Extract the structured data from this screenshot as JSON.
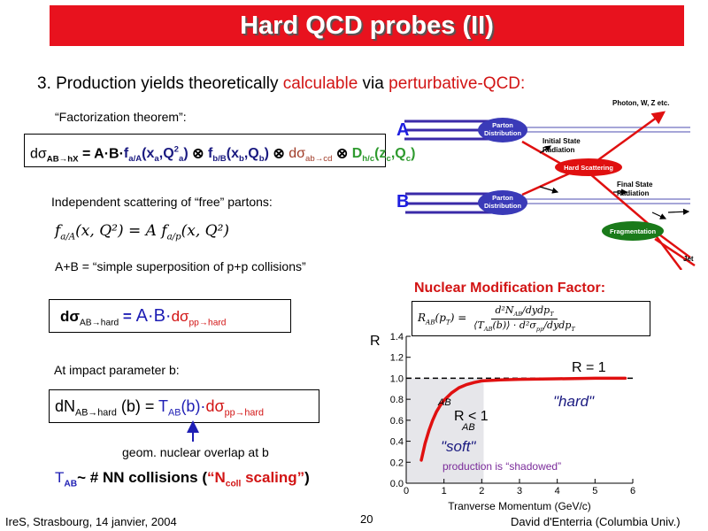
{
  "title": "Hard QCD probes (II)",
  "heading": {
    "prefix": "3. Production yields theoretically ",
    "w1": "calculable",
    "mid": " via ",
    "w2": "perturbative-QCD:"
  },
  "factorization_label": "“Factorization theorem”:",
  "factorization_formula": {
    "lhs": "dσ",
    "lhs_sub": "AB→hX",
    "eq": " = A·B·",
    "f1": "f",
    "f1_sub": "a/A",
    "f1_args": "(x",
    "xa": "a",
    ",Q": ",Q",
    "sq": "2",
    "qa": "a",
    "close": ")",
    "otimes": " ⊗ ",
    "f2": "f",
    "f2_sub": "b/B",
    "f2_args": "(x",
    "xb": "b",
    "qb": "b",
    "ds": "dσ",
    "ds_sub": "ab→cd",
    "D": "D",
    "D_sub": "h/c",
    "D_args": "(z",
    "zc": "c",
    "qc": "c"
  },
  "independent_label": "Independent scattering of “free” partons:",
  "pdf_formula": "f_{a/A}(x,Q²) = A f_{a/p}(x,Q²)",
  "pdf_lhs": "f",
  "pdf_lhs_sub": "a/A",
  "pdf_rest": "(x, Q²) = A f",
  "pdf_rhs_sub": "a/p",
  "pdf_end": "(x, Q²)",
  "superposition": "A+B = “simple superposition of p+p collisions”",
  "hard_formula": {
    "lhs": "dσ",
    "lhs_sub": "AB→hard",
    "eq": " = ",
    "ab": "A·B·",
    "ds": "dσ",
    "ds_sub": "pp→hard"
  },
  "impact_label": "At impact parameter b:",
  "impact_formula": {
    "lhs": "dN",
    "lhs_sub": "AB→hard",
    "b": " (b) = ",
    "T": "T",
    "T_sub": "AB",
    "Tb": "(b)·",
    "ds": "dσ",
    "ds_sub": "pp→hard"
  },
  "overlap_label": "geom. nuclear overlap at b",
  "tab_line": {
    "T": "T",
    "T_sub": "AB",
    "text": "~ # NN collisions (",
    "q1": "“N",
    "ncoll_sub": "coll",
    "q2": " scaling”",
    ")": ")"
  },
  "diagram": {
    "A": "A",
    "B": "B",
    "parton1": [
      "Parton",
      "Distribution"
    ],
    "parton2": [
      "Parton",
      "Distribution"
    ],
    "photon": "Photon, W, Z etc.",
    "isr": [
      "Initial State",
      "Radiation"
    ],
    "hard": "Hard Scattering",
    "fsr": [
      "Final State",
      "Radiation"
    ],
    "frag": "Fragmentation",
    "jet": "Jet"
  },
  "nmf_title": "Nuclear Modification Factor:",
  "raa_formula": {
    "lhs": "R",
    "lhs_sub": "AB",
    "lhs_arg": "(p",
    "pt": "T",
    "close": ") =",
    "num": "d²N",
    "num_sub": "AB",
    "num_rest": "/dydp",
    "den": "⟨T",
    "den_sub": "AB",
    "den_rest": "(b)⟩ · d²σ",
    "den_sub2": "pp",
    "den_rest2": "/dydp"
  },
  "chart_data": {
    "type": "line",
    "xlabel": "Tranverse Momentum (GeV/c)",
    "ylabel": "R",
    "xlim": [
      0,
      6
    ],
    "ylim": [
      0,
      1.4
    ],
    "xticks": [
      "0",
      "1",
      "2",
      "3",
      "4",
      "5",
      "6"
    ],
    "yticks": [
      "0.0",
      "0.2",
      "0.4",
      "0.6",
      "0.8",
      "1.0",
      "1.2",
      "1.4"
    ],
    "series": [
      {
        "name": "R_AB",
        "x": [
          0.4,
          0.5,
          0.6,
          0.7,
          0.8,
          0.9,
          1.0,
          1.2,
          1.4,
          1.6,
          1.8,
          2.0,
          2.5,
          3,
          4,
          5,
          5.8
        ],
        "y": [
          0.22,
          0.38,
          0.5,
          0.6,
          0.68,
          0.74,
          0.79,
          0.86,
          0.91,
          0.94,
          0.96,
          0.975,
          0.985,
          0.99,
          0.995,
          1.0,
          1.0
        ],
        "color": "#e01010"
      }
    ],
    "reference_line": 1.0,
    "shaded_region": [
      0,
      2.05
    ],
    "annotations": {
      "r1": "R = 1",
      "r1_sub": "AB",
      "rlt": "R < 1",
      "rlt_sub": "AB",
      "hard": "\"hard\"",
      "soft": "\"soft\"",
      "shadowed": "production is “shadowed”"
    }
  },
  "footer": {
    "left": "IreS, Strasbourg, 14 janvier, 2004",
    "page": "20",
    "right": "David d'Enterria (Columbia Univ.)"
  }
}
